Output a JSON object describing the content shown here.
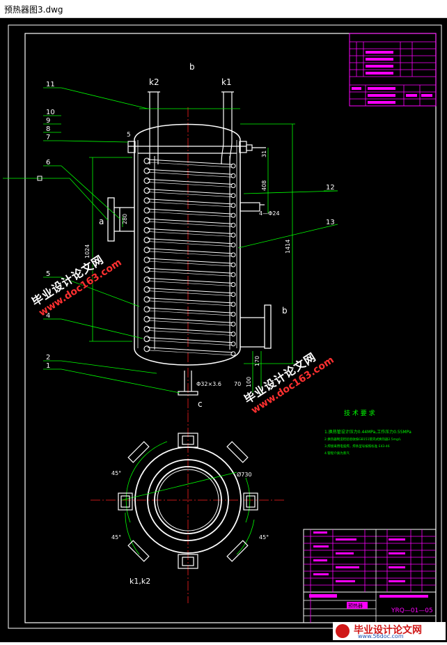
{
  "window": {
    "title": "预热器图3.dwg"
  },
  "colors": {
    "frame": "#ffffff",
    "magenta": "#ff00ff",
    "green": "#00ff00",
    "red": "#ff2020",
    "yellow": "#ffff00",
    "cyan": "#00ffff",
    "bg": "#000000"
  },
  "labels": {
    "b_top": "b",
    "k2": "k2",
    "k1": "k1",
    "s5": "5",
    "a": "a",
    "b_side": "b",
    "c": "c",
    "k1k2": "k1,k2",
    "p11": "11",
    "p10": "10",
    "p9": "9",
    "p8": "8",
    "p7": "7",
    "p6": "6",
    "p5": "5",
    "p4": "4",
    "p2": "2",
    "p1": "1",
    "p12": "12",
    "p13": "13"
  },
  "dims": {
    "d1024": "1024",
    "d1414": "1414",
    "d408": "408",
    "d31": "31",
    "d4_24": "4—Φ24",
    "d280": "280",
    "d170": "170",
    "d100": "100",
    "d70": "70",
    "pipe": "Φ32×3.6",
    "d730": "Ø730",
    "a45_1": "45°",
    "a45_2": "45°",
    "a45_3": "45°"
  },
  "tech": {
    "title": "技 术 要 求",
    "line1": "1.换热管设计压力0.44MPa,工作压力0.55MPa",
    "line2": "2.换热器制造检验验收按GB151管壳式换热器2.5mg/L",
    "line3": "3.焊接采用电弧焊，焊条型号按照标准 E43-46",
    "line4": "4.管程介质为蒸汽"
  },
  "title_block": {
    "doc_no": "YRQ—01—05",
    "name": "预热器"
  },
  "watermark": {
    "cn": "毕业设计论文网",
    "en": "www.doc163.com"
  },
  "footer": {
    "cn": "毕业设计论文网",
    "en": "www.56doc.com"
  }
}
